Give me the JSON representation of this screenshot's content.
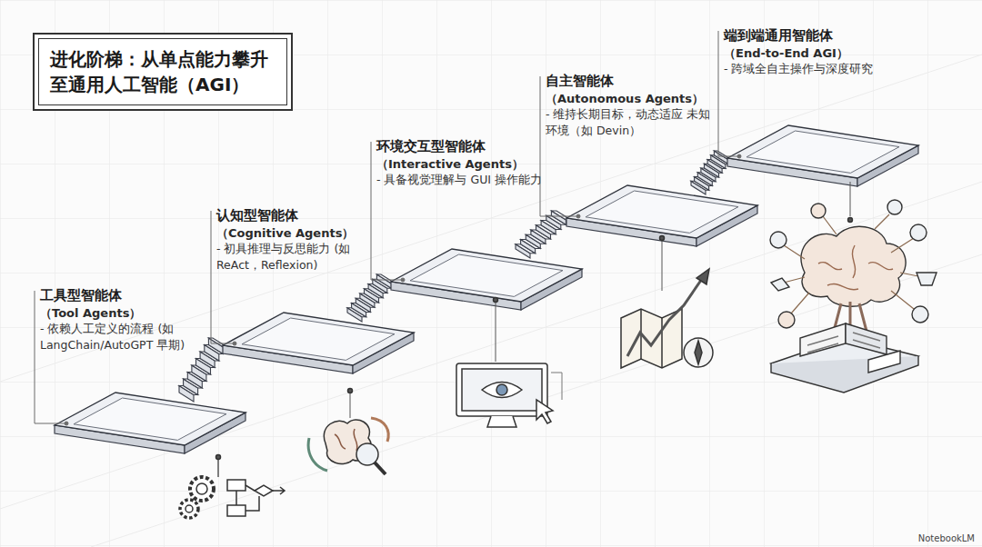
{
  "diagram": {
    "title": "进化阶梯：从单点能力攀升 至通用人工智能（AGI）",
    "nodes": [
      {
        "text": [
          "工具型智能体",
          "（Tool Agents）",
          "- 依赖人工定义的流程 (如 LangChain/AutoGPT 早期)"
        ]
      },
      {
        "text": [
          "认知型智能体",
          "（Cognitive Agents）",
          "- 初具推理与反思能力 (如 ReAct，Reflexion)"
        ]
      },
      {
        "text": [
          "环境交互型智能体",
          "（Interactive Agents）",
          "- 具备视觉理解与 GUI 操作能力"
        ]
      },
      {
        "text": [
          "自主智能体",
          "（Autonomous Agents）",
          "- 维持长期目标，动态适应 未知环境（如 Devin）"
        ]
      },
      {
        "text": [
          "端到端通用智能体",
          "（End-to-End AGI）",
          "- 跨域全自主操作与深度研究"
        ]
      }
    ],
    "labels": [
      "NotebookLM"
    ]
  }
}
